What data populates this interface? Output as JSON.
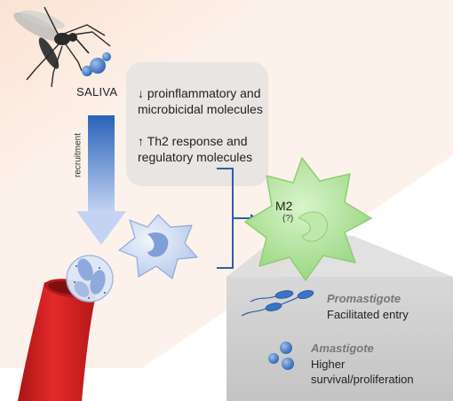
{
  "saliva_label": "SALIVA",
  "recruitment_label": "recruitment",
  "effects": {
    "down_line1": "↓ proinflammatory and",
    "down_line2": "microbicidal molecules",
    "up_line1": "↑ Th2 response and",
    "up_line2": "regulatory molecules"
  },
  "macrophage": {
    "label": "M2",
    "qualifier": "(?)"
  },
  "outcomes": {
    "promastigote_title": "Promastigote",
    "promastigote_desc": "Facilitated entry",
    "amastigote_title": "Amastigote",
    "amastigote_desc_line1": "Higher",
    "amastigote_desc_line2": "survival/proliferation"
  },
  "colors": {
    "background_wash": "#f7dccb",
    "effects_box": "#e9e6e4",
    "recruit_arrow_top": "#2a62b8",
    "recruit_arrow_bottom": "#b8cdef",
    "bracket": "#2e5fa8",
    "m2_cell": "#a6e08e",
    "monocyte": "#cfdcf3",
    "vessel": "#d92323",
    "outcome_panel": "#cfcfcf",
    "parasite": "#3a74c4"
  }
}
